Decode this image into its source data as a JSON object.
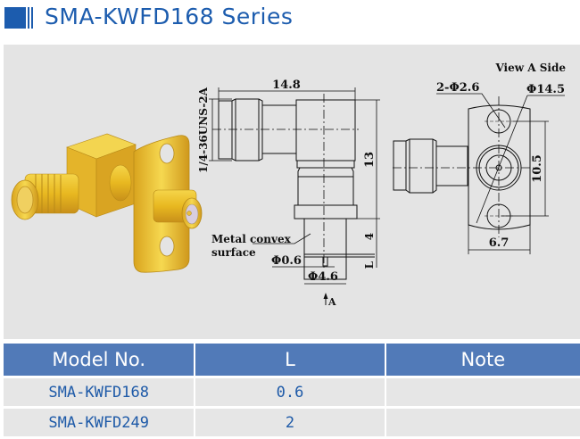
{
  "header": {
    "title": "SMA-KWFD168 Series",
    "accent_color": "#1c5cae"
  },
  "drawing": {
    "product_image": "gold-sma-right-angle-connector",
    "side_view": {
      "thread_label": "1/4-36UNS-2A",
      "length_label": "14.8",
      "height_label": "13",
      "pin_length_label": "4",
      "l_label": "L",
      "note_line1": "Metal convex",
      "note_line2": "surface",
      "pin_diameter_label": "Φ0.6",
      "body_diameter_label": "Φ4.6",
      "view_arrow_label": "A"
    },
    "end_view": {
      "title": "View A Side",
      "holes_label": "2-Φ2.6",
      "arc_label": "Φ14.5",
      "spacing_label": "10.5",
      "width_label": "6.7"
    }
  },
  "table": {
    "header_color": "#517ab8",
    "columns": [
      "Model No.",
      "L",
      "Note"
    ],
    "rows": [
      {
        "model": "SMA-KWFD168",
        "l": "0.6",
        "note": ""
      },
      {
        "model": "SMA-KWFD249",
        "l": "2",
        "note": ""
      }
    ]
  }
}
